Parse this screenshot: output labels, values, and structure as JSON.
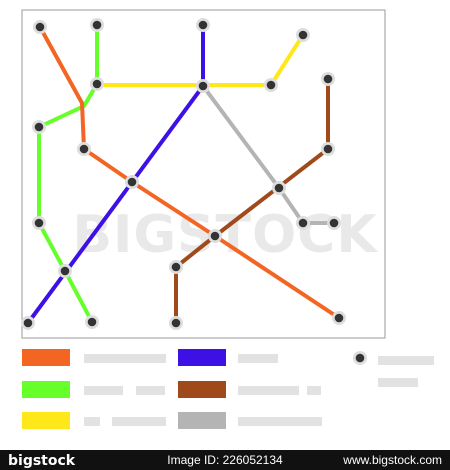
{
  "colors": {
    "orange": "#f26522",
    "green": "#66ff2a",
    "yellow": "#ffe81a",
    "blue": "#3d10e6",
    "brown": "#a04a1c",
    "gray": "#b4b4b4",
    "placeholder": "#e2e2e2",
    "frame": "#9a9a9a",
    "station_fill": "#333333",
    "station_ring": "#dddddd",
    "footer_bg": "#111111"
  },
  "map": {
    "lines": [
      {
        "name": "orange-line",
        "color": "orange"
      },
      {
        "name": "green-line",
        "color": "green"
      },
      {
        "name": "yellow-line",
        "color": "yellow"
      },
      {
        "name": "blue-line",
        "color": "blue"
      },
      {
        "name": "brown-line",
        "color": "brown"
      },
      {
        "name": "gray-line",
        "color": "gray"
      }
    ]
  },
  "legend": {
    "items": [
      {
        "name": "orange",
        "color": "orange"
      },
      {
        "name": "green",
        "color": "green"
      },
      {
        "name": "yellow",
        "color": "yellow"
      },
      {
        "name": "blue",
        "color": "blue"
      },
      {
        "name": "brown",
        "color": "brown"
      },
      {
        "name": "gray",
        "color": "gray"
      }
    ],
    "station_symbol": "station-dot-icon"
  },
  "watermark": {
    "text": "BIGSTOCK"
  },
  "footer": {
    "brand": "bigstock",
    "image_id": "Image ID: 226052134",
    "site": "www.bigstock.com"
  }
}
